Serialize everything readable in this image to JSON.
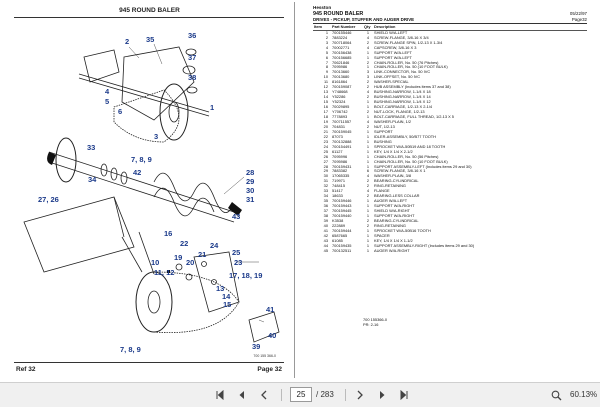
{
  "left_page": {
    "title": "945 ROUND BALER",
    "ref_label": "Ref  32",
    "page_label": "Page  32",
    "drawing_code": "700 155 366-0",
    "callouts": [
      "2",
      "35",
      "36",
      "37",
      "38",
      "1",
      "4",
      "5",
      "6",
      "3",
      "7, 8, 9",
      "33",
      "34",
      "27, 26",
      "42",
      "28",
      "29",
      "30",
      "31",
      "43",
      "16",
      "22",
      "24",
      "19",
      "20",
      "21",
      "25",
      "23",
      "10",
      "11, 12",
      "17, 18, 19",
      "13",
      "14",
      "15",
      "41",
      "40",
      "39",
      "7, 8, 9"
    ]
  },
  "right_page": {
    "brand": "Hesston",
    "model": "945 ROUND BALER",
    "section": "DRIVES - PICKUP, STUFFER AND AUGER DRIVE",
    "date": "05/22/97",
    "page": "Page32",
    "headers": [
      "Item",
      "Part Number",
      "Qty",
      "Description"
    ],
    "rows": [
      [
        "1",
        "700155446",
        "1",
        "SHIELD W/A-LEFT"
      ],
      [
        "2",
        "7883224",
        "4",
        "SCREW-FLANGE, 3/8-16 X 3/4"
      ],
      [
        "3",
        "700718064",
        "2",
        "SCREW-FLANGE SPIN, 1/2-13 X 1-3/4"
      ],
      [
        "4",
        "70002771",
        "4",
        "CAPSCREW, 3/8-16 X 3"
      ],
      [
        "5",
        "700156438",
        "1",
        "SUPPORT W/A-LEFT"
      ],
      [
        "6",
        "700156685",
        "1",
        "SUPPORT W/A-LEFT"
      ],
      [
        "7",
        "70621846",
        "2",
        "CHAIN-ROLLER, No. 50 (76 Pitches)"
      ],
      [
        "8",
        "7095986",
        "1",
        "CHAIN-ROLLER, No. 50 (10 FOOT BULK)"
      ],
      [
        "9",
        "70013660",
        "3",
        "LINK-CONNECTOR, No. 50 IVC"
      ],
      [
        "10",
        "70013680",
        "3",
        "LINK-OFFSET, No. 50 IVC"
      ],
      [
        "11",
        "8161864",
        "2",
        "WASHER-SPECIAL"
      ],
      [
        "12",
        "700159087",
        "2",
        "HUB ASSEMBLY (Includes items 37 and 38)"
      ],
      [
        "13",
        "Y748668",
        "4",
        "BUSHING-NARROW, 1-1/4 X 18"
      ],
      [
        "14",
        "Y52286",
        "2",
        "BUSHING-NARROW, 1-1/4 X 14"
      ],
      [
        "15",
        "Y52324",
        "1",
        "BUSHING-NARROW, 1-1/4 X 12"
      ],
      [
        "16",
        "70029895",
        "1",
        "BOLT-CARRIAGE, 1/2-13 X 2-1/4"
      ],
      [
        "17",
        "Y706742",
        "2",
        "NUT-LOCK, FLANGE, 1/2-13"
      ],
      [
        "18",
        "7778893",
        "1",
        "BOLT-CARRIAGE, FULL THREAD, 1/2-13 X 5"
      ],
      [
        "19",
        "700711557",
        "4",
        "WASHER-PLAIN, 1/2"
      ],
      [
        "20",
        "704831",
        "2",
        "NUT, 1/2-13"
      ],
      [
        "21",
        "700159045",
        "1",
        "SUPPORT"
      ],
      [
        "22",
        "87073",
        "1",
        "IDLER-ASSEMBLY, 50/B77 TOOTH"
      ],
      [
        "23",
        "700132888",
        "1",
        "BUSHING"
      ],
      [
        "24",
        "700154491",
        "1",
        "SPROCKET W/A-50B19 AND 18 TOOTH"
      ],
      [
        "25",
        "61127",
        "1",
        "KEY, 1/4 X 1/4 X 2-1/2"
      ],
      [
        "26",
        "7095996",
        "1",
        "CHAIN-ROLLER, No. 50 (56 Pitches)"
      ],
      [
        "27",
        "7095986",
        "1",
        "CHAIN-ROLLER, No. 50 (10 FOOT BULK)"
      ],
      [
        "28",
        "700159431",
        "1",
        "SUPPORT ASSEMBLY-LEFT (Includes items 29 and 30)"
      ],
      [
        "29",
        "7883382",
        "6",
        "SCREW-FLANGE, 3/8-16 X 1"
      ],
      [
        "30",
        "17065335",
        "4",
        "WASHER-PLAIN, 3/8"
      ],
      [
        "31",
        "719971",
        "2",
        "BEARING-CYLINDRICAL"
      ],
      [
        "32",
        "748415",
        "2",
        "RING-RETAINING"
      ],
      [
        "33",
        "51417",
        "4",
        "FLANGE"
      ],
      [
        "34",
        "18633",
        "2",
        "BEARING-LESS COLLAR"
      ],
      [
        "35",
        "700159446",
        "1",
        "AUGER W/A-LEFT"
      ],
      [
        "36",
        "700159443",
        "1",
        "SUPPORT W/A-RIGHT"
      ],
      [
        "37",
        "700159445",
        "1",
        "SHIELD W/A-RIGHT"
      ],
      [
        "38",
        "700159440",
        "1",
        "SUPPORT W/A-RIGHT"
      ],
      [
        "39",
        "K3538",
        "2",
        "BEARING-CYLINDRICAL"
      ],
      [
        "40",
        "222889",
        "2",
        "RING-RETAINING"
      ],
      [
        "41",
        "700159444",
        "1",
        "SPROCKET W/A-50B16 TOOTH"
      ],
      [
        "42",
        "6587665",
        "1",
        "SPACER"
      ],
      [
        "43",
        "61085",
        "1",
        "KEY, 1/4 X 1/4 X 1-1/2"
      ],
      [
        "44",
        "700159435",
        "1",
        "SUPPORT ASSEMBLY-RIGHT (Includes items 29 and 30)"
      ],
      [
        "45",
        "700132511",
        "1",
        "AUGER W/A-RIGHT"
      ]
    ],
    "footer_code": "700 155366-0",
    "footer_page": "PR: 2-16"
  },
  "toolbar": {
    "first_icon": "first-page-icon",
    "prev_icon": "previous-page-icon",
    "next_icon": "next-page-icon",
    "last_icon": "last-page-icon",
    "current_page": "25",
    "total_pages": "/ 283",
    "zoom": "60.13%"
  }
}
